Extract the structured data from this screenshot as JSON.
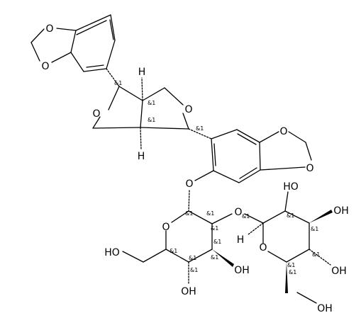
{
  "colors": {
    "ink": "#000000",
    "background": "#ffffff"
  },
  "atom_labels": {
    "o_dioxole_top_upper": "O",
    "o_dioxole_top_lower": "O",
    "o_furan_left": "O",
    "o_furan_right": "O",
    "o_dioxole_right_upper": "O",
    "o_dioxole_right_lower": "O",
    "o_aryl_glycoside": "O",
    "o_glc_ring": "O",
    "o_glycosidic": "O",
    "o_second_ring": "O",
    "h_bridge_top": "H",
    "h_bridge_bottom": "H",
    "h_anomeric": "H",
    "oh_glc_c6": "HO",
    "oh_glc_c3": "OH",
    "oh_glc_c4": "OH",
    "oh_second_c2": "HO",
    "oh_second_c3": "OH",
    "oh_second_c4": "OH",
    "oh_second_c6": "OH"
  },
  "stereo_tag": "&1"
}
